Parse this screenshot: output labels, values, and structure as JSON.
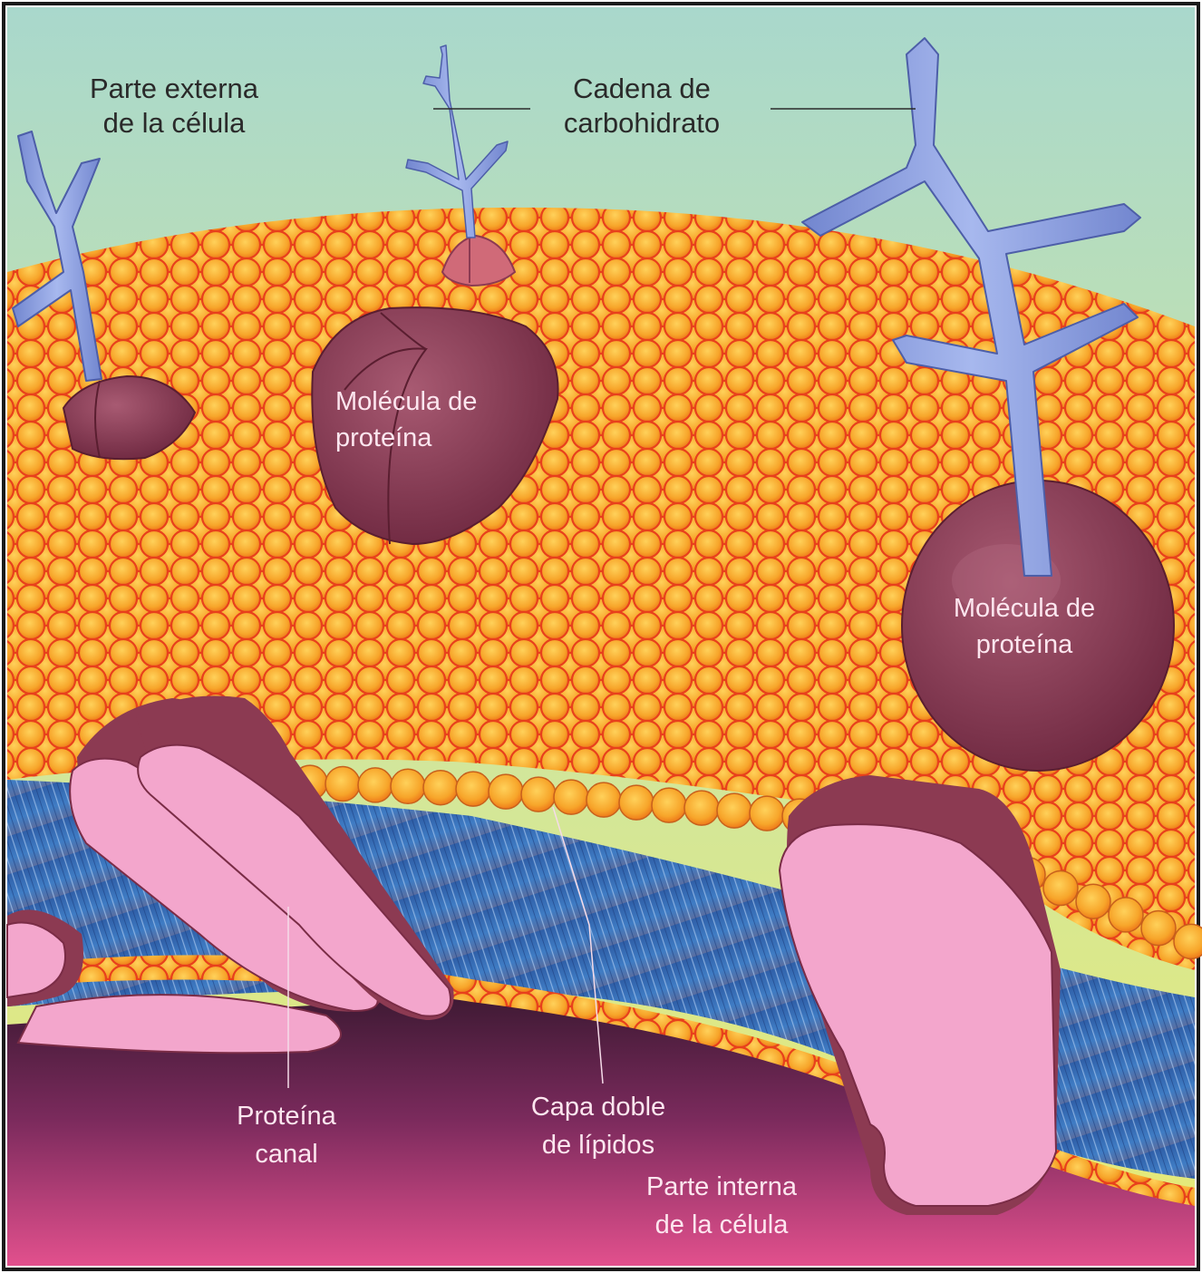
{
  "labels": {
    "outside_cell": [
      "Parte externa",
      "de la célula"
    ],
    "carbohydrate_chain": [
      "Cadena de",
      "carbohidrato"
    ],
    "protein_molecule_left": [
      "Molécula de",
      "proteína"
    ],
    "protein_molecule_right": [
      "Molécula de",
      "proteína"
    ],
    "channel_protein": [
      "Proteína",
      "canal"
    ],
    "lipid_bilayer": [
      "Capa doble",
      "de lípidos"
    ],
    "inside_cell": [
      "Parte interna",
      "de la célula"
    ]
  },
  "colors": {
    "sky_top": "#a8d6c8",
    "sky_mid": "#dce98a",
    "lipid_head": "#f5a623",
    "lipid_head_outline": "#e8401c",
    "tails": "#3a6fb8",
    "protein": "#8c3a52",
    "protein_cut": "#f0a0c8",
    "carbohydrate": "#8fa3e0",
    "interior_top": "#4a1f3a",
    "interior_bottom": "#e0508c"
  }
}
